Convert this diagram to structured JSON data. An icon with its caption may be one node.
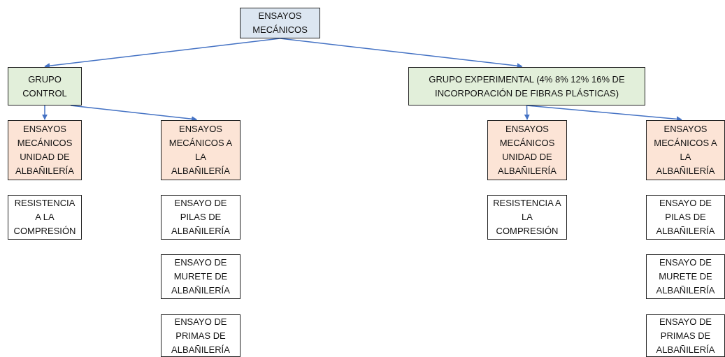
{
  "diagram": {
    "nodes": [
      {
        "text": [
          "ENSAYOS MECÁNICOS"
        ]
      },
      {
        "text": [
          "GRUPO CONTROL"
        ]
      },
      {
        "text": [
          "GRUPO EXPERIMENTAL (4% 8% 12% 16% DE INCORPORACIÓN DE FIBRAS PLÁSTICAS)"
        ]
      },
      {
        "text": [
          "ENSAYOS MECÁNICOS UNIDAD DE ALBAÑILERÍA"
        ]
      },
      {
        "text": [
          "ENSAYOS MECÁNICOS A LA ALBAÑILERÍA"
        ]
      },
      {
        "text": [
          "RESISTENCIA A LA COMPRESIÓN"
        ]
      },
      {
        "text": [
          "ENSAYO DE PILAS DE ALBAÑILERÍA"
        ]
      },
      {
        "text": [
          "ENSAYO DE MURETE DE ALBAÑILERÍA"
        ]
      },
      {
        "text": [
          "ENSAYO DE PRIMAS DE ALBAÑILERÍA"
        ]
      },
      {
        "text": [
          "ENSAYOS MECÁNICOS UNIDAD DE ALBAÑILERÍA"
        ]
      },
      {
        "text": [
          "ENSAYOS MECÁNICOS A LA ALBAÑILERÍA"
        ]
      },
      {
        "text": [
          "RESISTENCIA A LA COMPRESIÓN"
        ]
      },
      {
        "text": [
          "ENSAYO DE PILAS DE ALBAÑILERÍA"
        ]
      },
      {
        "text": [
          "ENSAYO DE MURETE DE ALBAÑILERÍA"
        ]
      },
      {
        "text": [
          "ENSAYO DE PRIMAS DE ALBAÑILERÍA"
        ]
      }
    ],
    "edges": [
      {
        "from": 0,
        "to": 1,
        "arrow": "to"
      },
      {
        "from": 0,
        "to": 2,
        "arrow": "to"
      },
      {
        "from": 1,
        "to": 3,
        "arrow": "to"
      },
      {
        "from": 1,
        "to": 4,
        "arrow": "to"
      },
      {
        "from": 2,
        "to": 9,
        "arrow": "to"
      },
      {
        "from": 2,
        "to": 10,
        "arrow": "to"
      }
    ]
  }
}
